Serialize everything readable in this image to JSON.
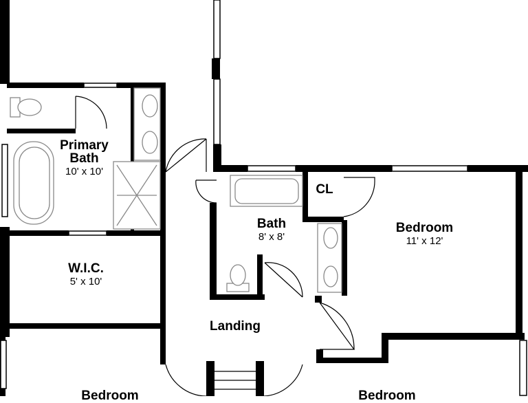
{
  "rooms": {
    "primary_bath": {
      "name_line1": "Primary",
      "name_line2": "Bath",
      "dims": "10' x 10'"
    },
    "wic": {
      "name": "W.I.C.",
      "dims": "5' x 10'"
    },
    "bath": {
      "name": "Bath",
      "dims": "8' x 8'"
    },
    "closet": {
      "name": "CL"
    },
    "bedroom_right": {
      "name": "Bedroom",
      "dims": "11' x 12'"
    },
    "landing": {
      "name": "Landing"
    },
    "bedroom_bottom_left": {
      "name": "Bedroom"
    },
    "bedroom_bottom_right": {
      "name": "Bedroom"
    }
  },
  "colors": {
    "wall": "#000000",
    "fixture": "#888888",
    "background": "#ffffff"
  }
}
